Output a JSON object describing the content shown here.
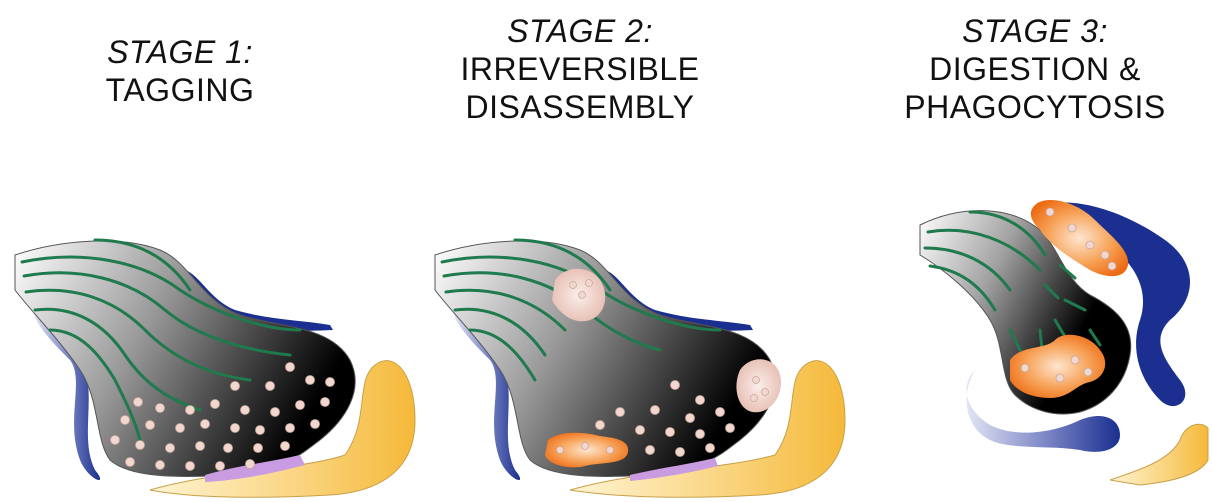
{
  "stages": [
    {
      "label": "STAGE 1:",
      "title_lines": [
        "TAGGING"
      ]
    },
    {
      "label": "STAGE 2:",
      "title_lines": [
        "IRREVERSIBLE",
        "DISASSEMBLY"
      ]
    },
    {
      "label": "STAGE 3:",
      "title_lines": [
        "DIGESTION &",
        "PHAGOCYTOSIS"
      ]
    }
  ],
  "colors": {
    "dendrite_dark": "#000000",
    "dendrite_light": "#f2f2f2",
    "microtubule": "#1f7a4d",
    "glia_blue": "#1a2f8f",
    "glia_light": "#c9cde9",
    "muscle_yellow": "#f5c04a",
    "muscle_light": "#fff1c4",
    "vesicle_pink": "#f2d7cf",
    "vacuole_orange": "#f07a1e",
    "tag_purple": "#c99be0"
  }
}
